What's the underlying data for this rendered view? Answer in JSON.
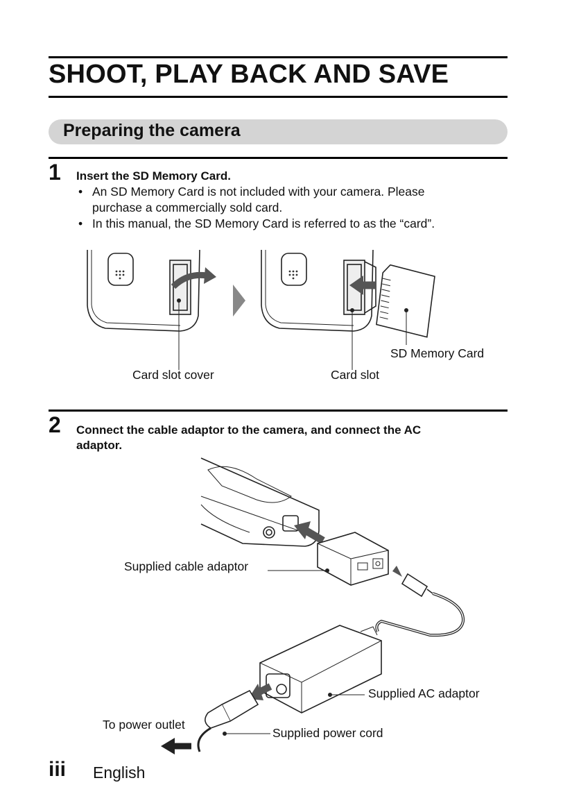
{
  "chapter": {
    "title": "SHOOT, PLAY BACK AND SAVE"
  },
  "section": {
    "title": "Preparing the camera"
  },
  "steps": [
    {
      "number": "1",
      "title": "Insert the SD Memory Card.",
      "bullets": [
        "An SD Memory Card is not included with your camera. Please",
        "purchase a commercially sold card.",
        "In this manual, the SD Memory Card is referred to as the “card”."
      ],
      "bullet_mark": "•",
      "labels": {
        "card_slot_cover": "Card slot cover",
        "card_slot": "Card slot",
        "sd_memory_card": "SD Memory Card"
      }
    },
    {
      "number": "2",
      "title_line1": "Connect the cable adaptor to the camera, and connect the AC",
      "title_line2": "adaptor.",
      "labels": {
        "cable_adaptor": "Supplied cable adaptor",
        "ac_adaptor": "Supplied AC adaptor",
        "power_outlet": "To power outlet",
        "power_cord": "Supplied power cord"
      }
    }
  ],
  "footer": {
    "page_number": "iii",
    "language": "English"
  }
}
